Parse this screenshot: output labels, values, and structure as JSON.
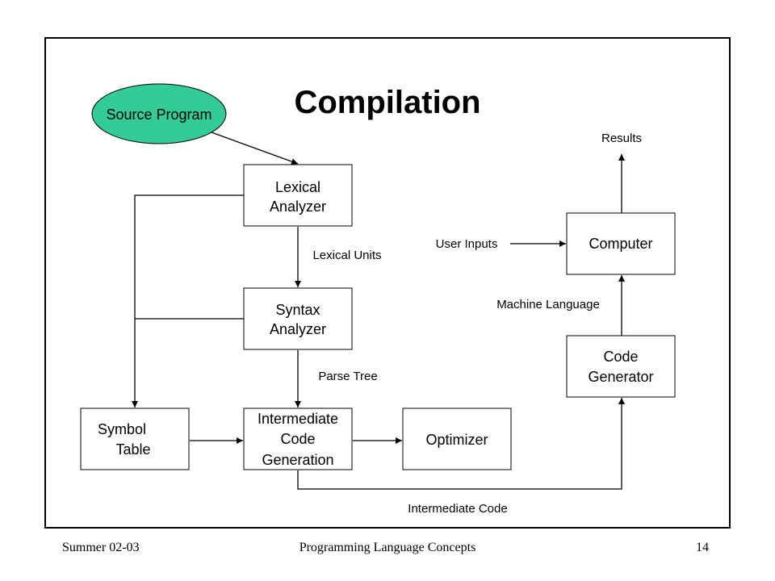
{
  "slide": {
    "title": "Compilation",
    "source": "Source Program",
    "lexical": [
      "Lexical",
      "Analyzer"
    ],
    "syntax": [
      "Syntax",
      "Analyzer"
    ],
    "symbol": [
      "Symbol",
      "Table"
    ],
    "intermediate": [
      "Intermediate",
      "Code",
      "Generation"
    ],
    "optimizer": "Optimizer",
    "codegen": [
      "Code",
      "Generator"
    ],
    "computer": "Computer",
    "results": "Results",
    "user_inputs": "User Inputs",
    "machine_language": "Machine Language",
    "lexical_units": "Lexical Units",
    "parse_tree": "Parse Tree",
    "intermediate_code": "Intermediate Code"
  },
  "colors": {
    "source_fill": "#33cc99"
  },
  "footer": {
    "left": "Summer 02-03",
    "center": "Programming Language Concepts",
    "page": "14"
  }
}
